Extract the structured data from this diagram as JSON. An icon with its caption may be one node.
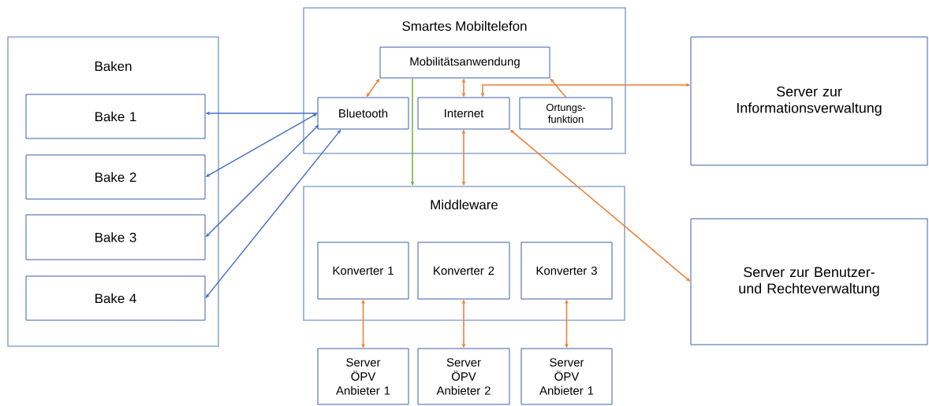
{
  "diagram": {
    "nodes": [
      {
        "text": [
          "Baken"
        ]
      },
      {
        "text": [
          "Bake 1"
        ],
        "in": 0
      },
      {
        "text": [
          "Bake 2"
        ],
        "in": 0
      },
      {
        "text": [
          "Bake 3"
        ],
        "in": 0
      },
      {
        "text": [
          "Bake 4"
        ],
        "in": 0
      },
      {
        "text": [
          "Smartes Mobiltelefon"
        ]
      },
      {
        "text": [
          "Mobilitätsanwendung"
        ],
        "in": 5
      },
      {
        "text": [
          "Bluetooth"
        ],
        "in": 5
      },
      {
        "text": [
          "Internet"
        ],
        "in": 5
      },
      {
        "text": [
          "Ortungs- funktion"
        ],
        "in": 5
      },
      {
        "text": [
          "Server zur Informationsverwaltung"
        ]
      },
      {
        "text": [
          "Middleware"
        ]
      },
      {
        "text": [
          "Konverter 1"
        ],
        "in": 11
      },
      {
        "text": [
          "Konverter 2"
        ],
        "in": 11
      },
      {
        "text": [
          "Konverter 3"
        ],
        "in": 11
      },
      {
        "text": [
          "Server ÖPV Anbieter 1"
        ]
      },
      {
        "text": [
          "Server ÖPV Anbieter 2"
        ]
      },
      {
        "text": [
          "Server ÖPV Anbieter 1"
        ]
      },
      {
        "text": [
          "Server zur Benutzer- und Rechteverwaltung"
        ]
      }
    ],
    "edges": [
      {
        "from": 7,
        "to": 1,
        "arrow": "to",
        "color": "#4472c4"
      },
      {
        "from": 7,
        "to": 2,
        "arrow": "both",
        "color": "#4472c4"
      },
      {
        "from": 7,
        "to": 3,
        "arrow": "both",
        "color": "#4472c4"
      },
      {
        "from": 7,
        "to": 4,
        "arrow": "both",
        "color": "#4472c4"
      },
      {
        "from": 6,
        "to": 7,
        "arrow": "both"
      },
      {
        "from": 6,
        "to": 8,
        "arrow": "both"
      },
      {
        "from": 9,
        "to": 6,
        "arrow": "to"
      },
      {
        "from": 8,
        "to": 10,
        "arrow": "both"
      },
      {
        "from": 6,
        "to": 11,
        "arrow": "to",
        "color": "#70ad47"
      },
      {
        "from": 8,
        "to": 11,
        "arrow": "both"
      },
      {
        "from": 8,
        "to": 18,
        "arrow": "both"
      },
      {
        "from": 12,
        "to": 15,
        "arrow": "both"
      },
      {
        "from": 13,
        "to": 16,
        "arrow": "both"
      },
      {
        "from": 14,
        "to": 17,
        "arrow": "both"
      }
    ]
  }
}
